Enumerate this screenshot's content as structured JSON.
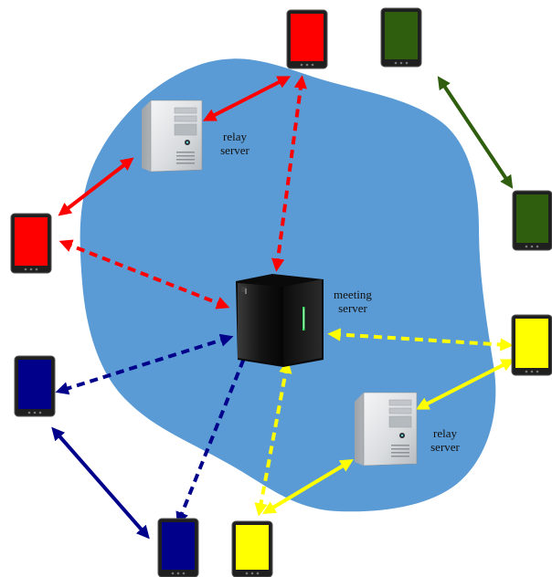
{
  "labels": {
    "relay_top": {
      "line1": "relay",
      "line2": "server"
    },
    "meeting": {
      "line1": "meeting",
      "line2": "server"
    },
    "relay_bottom": {
      "line1": "relay",
      "line2": "server"
    }
  },
  "colors": {
    "cloud": "#5b9bd5",
    "red": "#ff0000",
    "green": "#2e5e0e",
    "blue": "#00008b",
    "yellow": "#ffff00"
  },
  "nodes": {
    "phones": [
      {
        "id": "phone-red-top",
        "color": "red"
      },
      {
        "id": "phone-green-top",
        "color": "green"
      },
      {
        "id": "phone-green-right",
        "color": "green"
      },
      {
        "id": "phone-red-left",
        "color": "red"
      },
      {
        "id": "phone-yellow-right",
        "color": "yellow"
      },
      {
        "id": "phone-blue-left",
        "color": "blue"
      },
      {
        "id": "phone-blue-bottom",
        "color": "blue"
      },
      {
        "id": "phone-yellow-bottom",
        "color": "yellow"
      }
    ],
    "servers": [
      {
        "id": "relay-server-top",
        "type": "relay"
      },
      {
        "id": "meeting-server",
        "type": "meeting"
      },
      {
        "id": "relay-server-bottom",
        "type": "relay"
      }
    ]
  },
  "edges": [
    {
      "from": "relay-server-top",
      "to": "phone-red-top",
      "color": "red",
      "style": "solid"
    },
    {
      "from": "relay-server-top",
      "to": "phone-red-left",
      "color": "red",
      "style": "solid"
    },
    {
      "from": "meeting-server",
      "to": "phone-red-top",
      "color": "red",
      "style": "dashed"
    },
    {
      "from": "meeting-server",
      "to": "phone-red-left",
      "color": "red",
      "style": "dashed"
    },
    {
      "from": "phone-green-top",
      "to": "phone-green-right",
      "color": "green",
      "style": "solid"
    },
    {
      "from": "meeting-server",
      "to": "phone-yellow-right",
      "color": "yellow",
      "style": "dashed"
    },
    {
      "from": "relay-server-bottom",
      "to": "phone-yellow-right",
      "color": "yellow",
      "style": "solid"
    },
    {
      "from": "relay-server-bottom",
      "to": "phone-yellow-bottom",
      "color": "yellow",
      "style": "solid"
    },
    {
      "from": "meeting-server",
      "to": "phone-yellow-bottom",
      "color": "yellow",
      "style": "dashed"
    },
    {
      "from": "meeting-server",
      "to": "phone-blue-left",
      "color": "blue",
      "style": "dashed"
    },
    {
      "from": "meeting-server",
      "to": "phone-blue-bottom",
      "color": "blue",
      "style": "dashed"
    },
    {
      "from": "phone-blue-left",
      "to": "phone-blue-bottom",
      "color": "blue",
      "style": "solid"
    }
  ]
}
